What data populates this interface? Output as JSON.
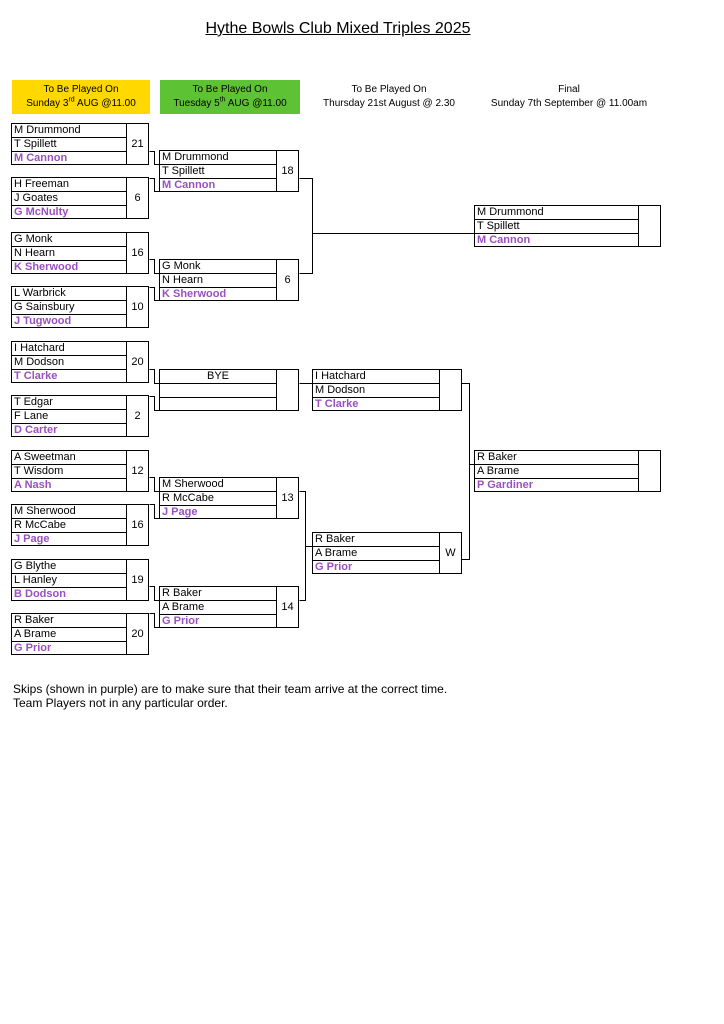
{
  "title": "Hythe Bowls Club Mixed Triples 2025",
  "colors": {
    "skip": "#9b4fc0",
    "round1_header": "#ffd800",
    "round2_header": "#5dc234"
  },
  "rounds": [
    {
      "line1": "To Be Played On",
      "line2_pre": "Sunday 3",
      "line2_sup": "rd",
      "line2_post": " AUG @11.00"
    },
    {
      "line1": "To Be Played On",
      "line2_pre": "Tuesday 5",
      "line2_sup": "th",
      "line2_post": " AUG @11.00"
    },
    {
      "line1": "To Be Played On",
      "line2": "Thursday 21st August @ 2.30"
    },
    {
      "line1": "Final",
      "line2": "Sunday 7th September @ 11.00am"
    }
  ],
  "round1": [
    {
      "players": [
        "M Drummond",
        "T Spillett"
      ],
      "skip": "M Cannon",
      "score": "21"
    },
    {
      "players": [
        "H Freeman",
        "J Goates"
      ],
      "skip": "G McNulty",
      "score": "6"
    },
    {
      "players": [
        "G Monk",
        "N Hearn"
      ],
      "skip": "K Sherwood",
      "score": "16"
    },
    {
      "players": [
        "L Warbrick",
        "G Sainsbury"
      ],
      "skip": "J Tugwood",
      "score": "10"
    },
    {
      "players": [
        "I Hatchard",
        "M Dodson"
      ],
      "skip": "T Clarke",
      "score": "20"
    },
    {
      "players": [
        "T Edgar",
        "F Lane"
      ],
      "skip": "D Carter",
      "score": "2"
    },
    {
      "players": [
        "A Sweetman",
        "T Wisdom"
      ],
      "skip": "A Nash",
      "score": "12"
    },
    {
      "players": [
        "M Sherwood",
        "R McCabe"
      ],
      "skip": "J Page",
      "score": "16"
    },
    {
      "players": [
        "G Blythe",
        "L Hanley"
      ],
      "skip": "B Dodson",
      "score": "19"
    },
    {
      "players": [
        "R Baker",
        "A Brame"
      ],
      "skip": "G Prior",
      "score": "20"
    }
  ],
  "round2": [
    {
      "players": [
        "M Drummond",
        "T Spillett"
      ],
      "skip": "M Cannon",
      "score": "18"
    },
    {
      "players": [
        "G Monk",
        "N Hearn"
      ],
      "skip": "K Sherwood",
      "score": "6"
    },
    {
      "bye": "BYE",
      "score": ""
    },
    {
      "players": [
        "M Sherwood",
        "R McCabe"
      ],
      "skip": "J Page",
      "score": "13"
    },
    {
      "players": [
        "R Baker",
        "A Brame"
      ],
      "skip": "G Prior",
      "score": "14"
    }
  ],
  "round3": [
    {
      "players": [
        "I Hatchard",
        "M Dodson"
      ],
      "skip": "T Clarke",
      "score": ""
    },
    {
      "players": [
        "R Baker",
        "A Brame"
      ],
      "skip": "G Prior",
      "score": "W"
    }
  ],
  "final": [
    {
      "players": [
        "M Drummond",
        "T Spillett"
      ],
      "skip": "M Cannon",
      "score": ""
    },
    {
      "players": [
        "R Baker",
        "A Brame"
      ],
      "skip": "P Gardiner",
      "score": ""
    }
  ],
  "notes": [
    "Skips (shown in purple) are to make sure that their team arrive at the correct time.",
    "Team Players not in any particular order."
  ]
}
